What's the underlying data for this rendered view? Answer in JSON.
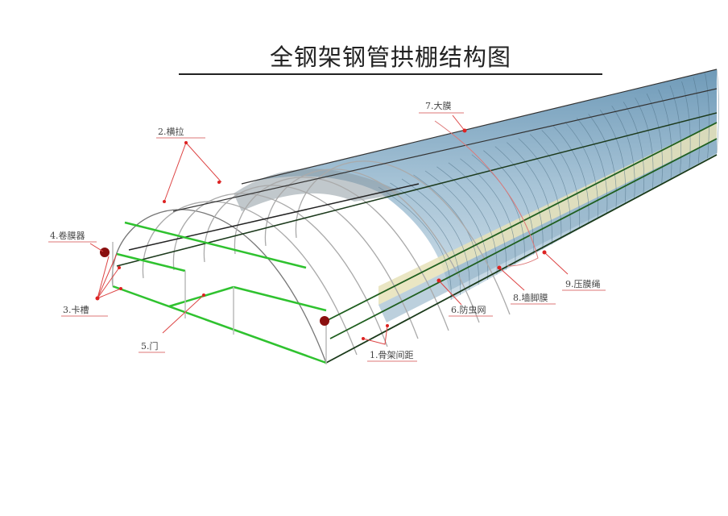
{
  "title": "全钢架钢管拱棚结构图",
  "labels": {
    "spacing": "1.骨架间距",
    "cross_brace": "2.横拉",
    "clip_groove": "3.卡槽",
    "film_roller": "4.卷膜器",
    "door": "5.门",
    "insect_net": "6.防虫网",
    "main_film": "7.大膜",
    "wall_film": "8.墙脚膜",
    "film_rope": "9.压膜绳"
  },
  "colors": {
    "film": "#7fa6c2",
    "net": "#e6e2b8",
    "rail": "#2fc22f",
    "leader": "#d44444"
  }
}
